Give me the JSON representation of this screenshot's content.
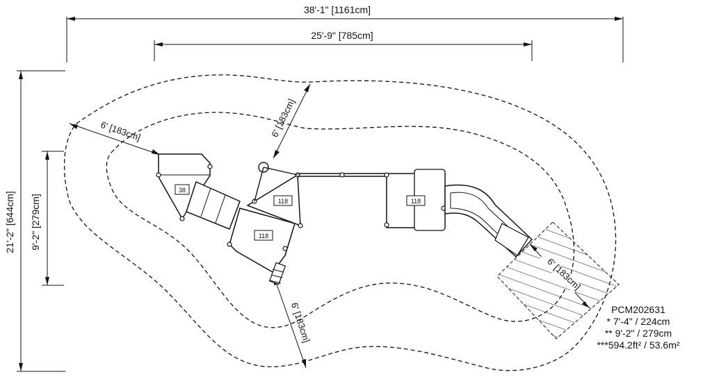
{
  "dimensions": {
    "overall_width": "38'-1\" [1161cm]",
    "structure_width": "25'-9\" [785cm]",
    "overall_depth": "21'-2\" [644cm]",
    "structure_depth": "9'-2\" [279cm]",
    "safety_zone_left": "6' [183cm]",
    "safety_zone_top": "6' [183cm]",
    "safety_zone_bottom": "6' [183cm]",
    "safety_zone_slide": "6' [183cm]"
  },
  "deck_labels": {
    "deck_a": "38",
    "deck_b": "118",
    "deck_c": "118",
    "deck_d": "118"
  },
  "info_block": {
    "model": "PCM202631",
    "line1": "* 7'-4\" / 224cm",
    "line2": "** 9'-2\" / 279cm",
    "line3": "***594.2ft² / 53.6m²"
  }
}
